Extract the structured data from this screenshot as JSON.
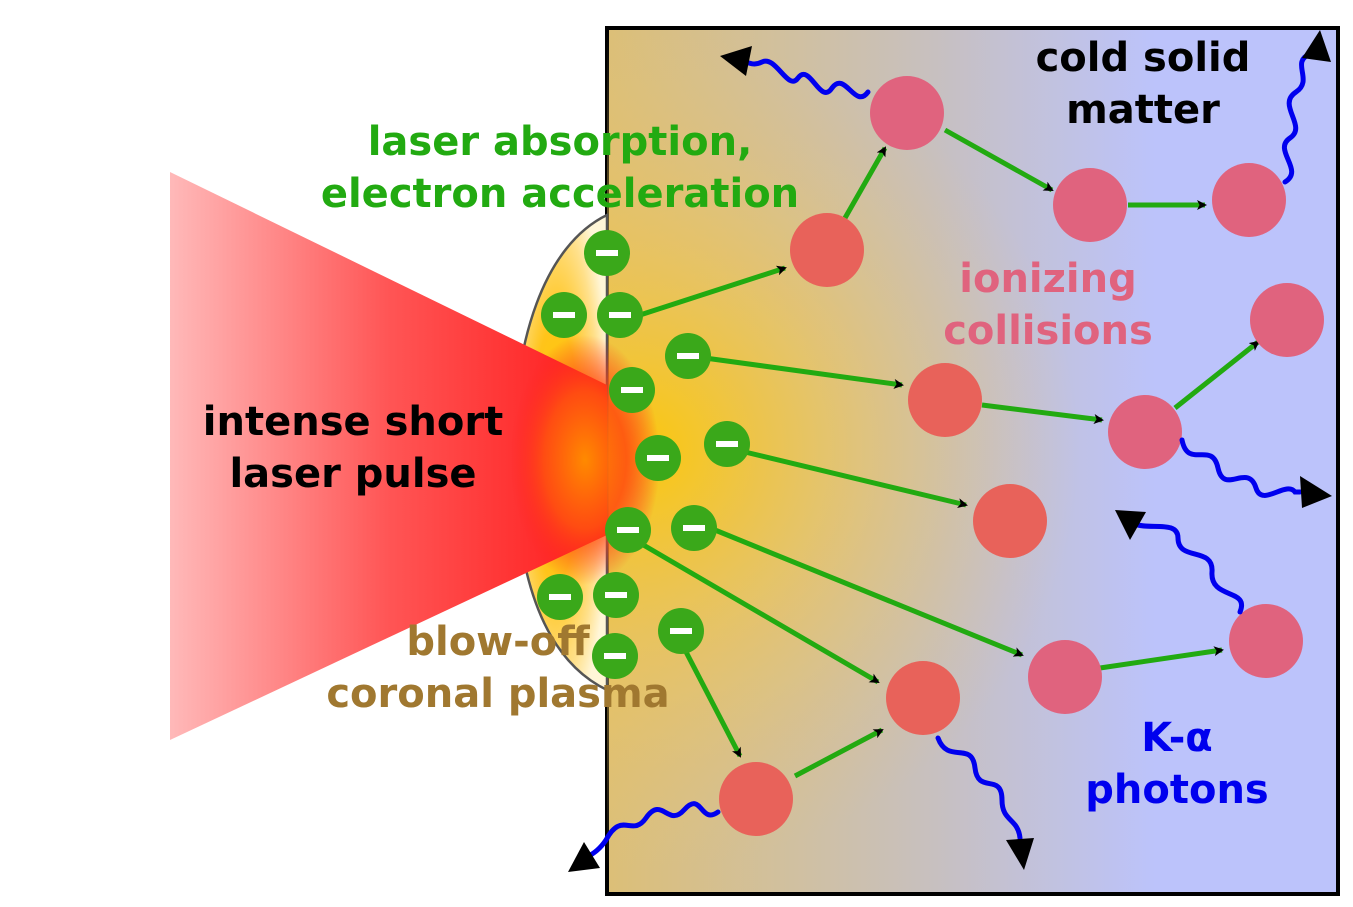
{
  "labels": {
    "cold_solid_matter": [
      "cold solid",
      "matter"
    ],
    "laser_absorption": [
      "laser absorption,",
      "electron acceleration"
    ],
    "ionizing_collisions": [
      "ionizing",
      "collisions"
    ],
    "intense_laser": [
      "intense short",
      "laser pulse"
    ],
    "blow_off": [
      "blow-off",
      "coronal plasma"
    ],
    "k_alpha": [
      "K-α",
      "photons"
    ]
  },
  "electron_symbol": "−",
  "colors": {
    "target_left": "#d9bf7a",
    "target_right": "#bcc3fb",
    "laser_red": "#ff1f1f",
    "laser_pink": "#ffb6b6",
    "plasma_yellow": "#ffc510",
    "electron_green": "#3aa81a",
    "electron_track": "#22aa11",
    "ion": "#e0637e",
    "ion_orange": "#e8625a",
    "photon_blue": "#0000ee",
    "label_black": "#000000",
    "label_green": "#22aa11",
    "label_pink": "#e0637e",
    "label_brown": "#a07830",
    "label_blue": "#0000ee"
  },
  "icons": {
    "electron": "electron-icon",
    "ion": "ion-icon",
    "photon": "photon-wave-icon",
    "arrowhead": "arrowhead-icon"
  }
}
